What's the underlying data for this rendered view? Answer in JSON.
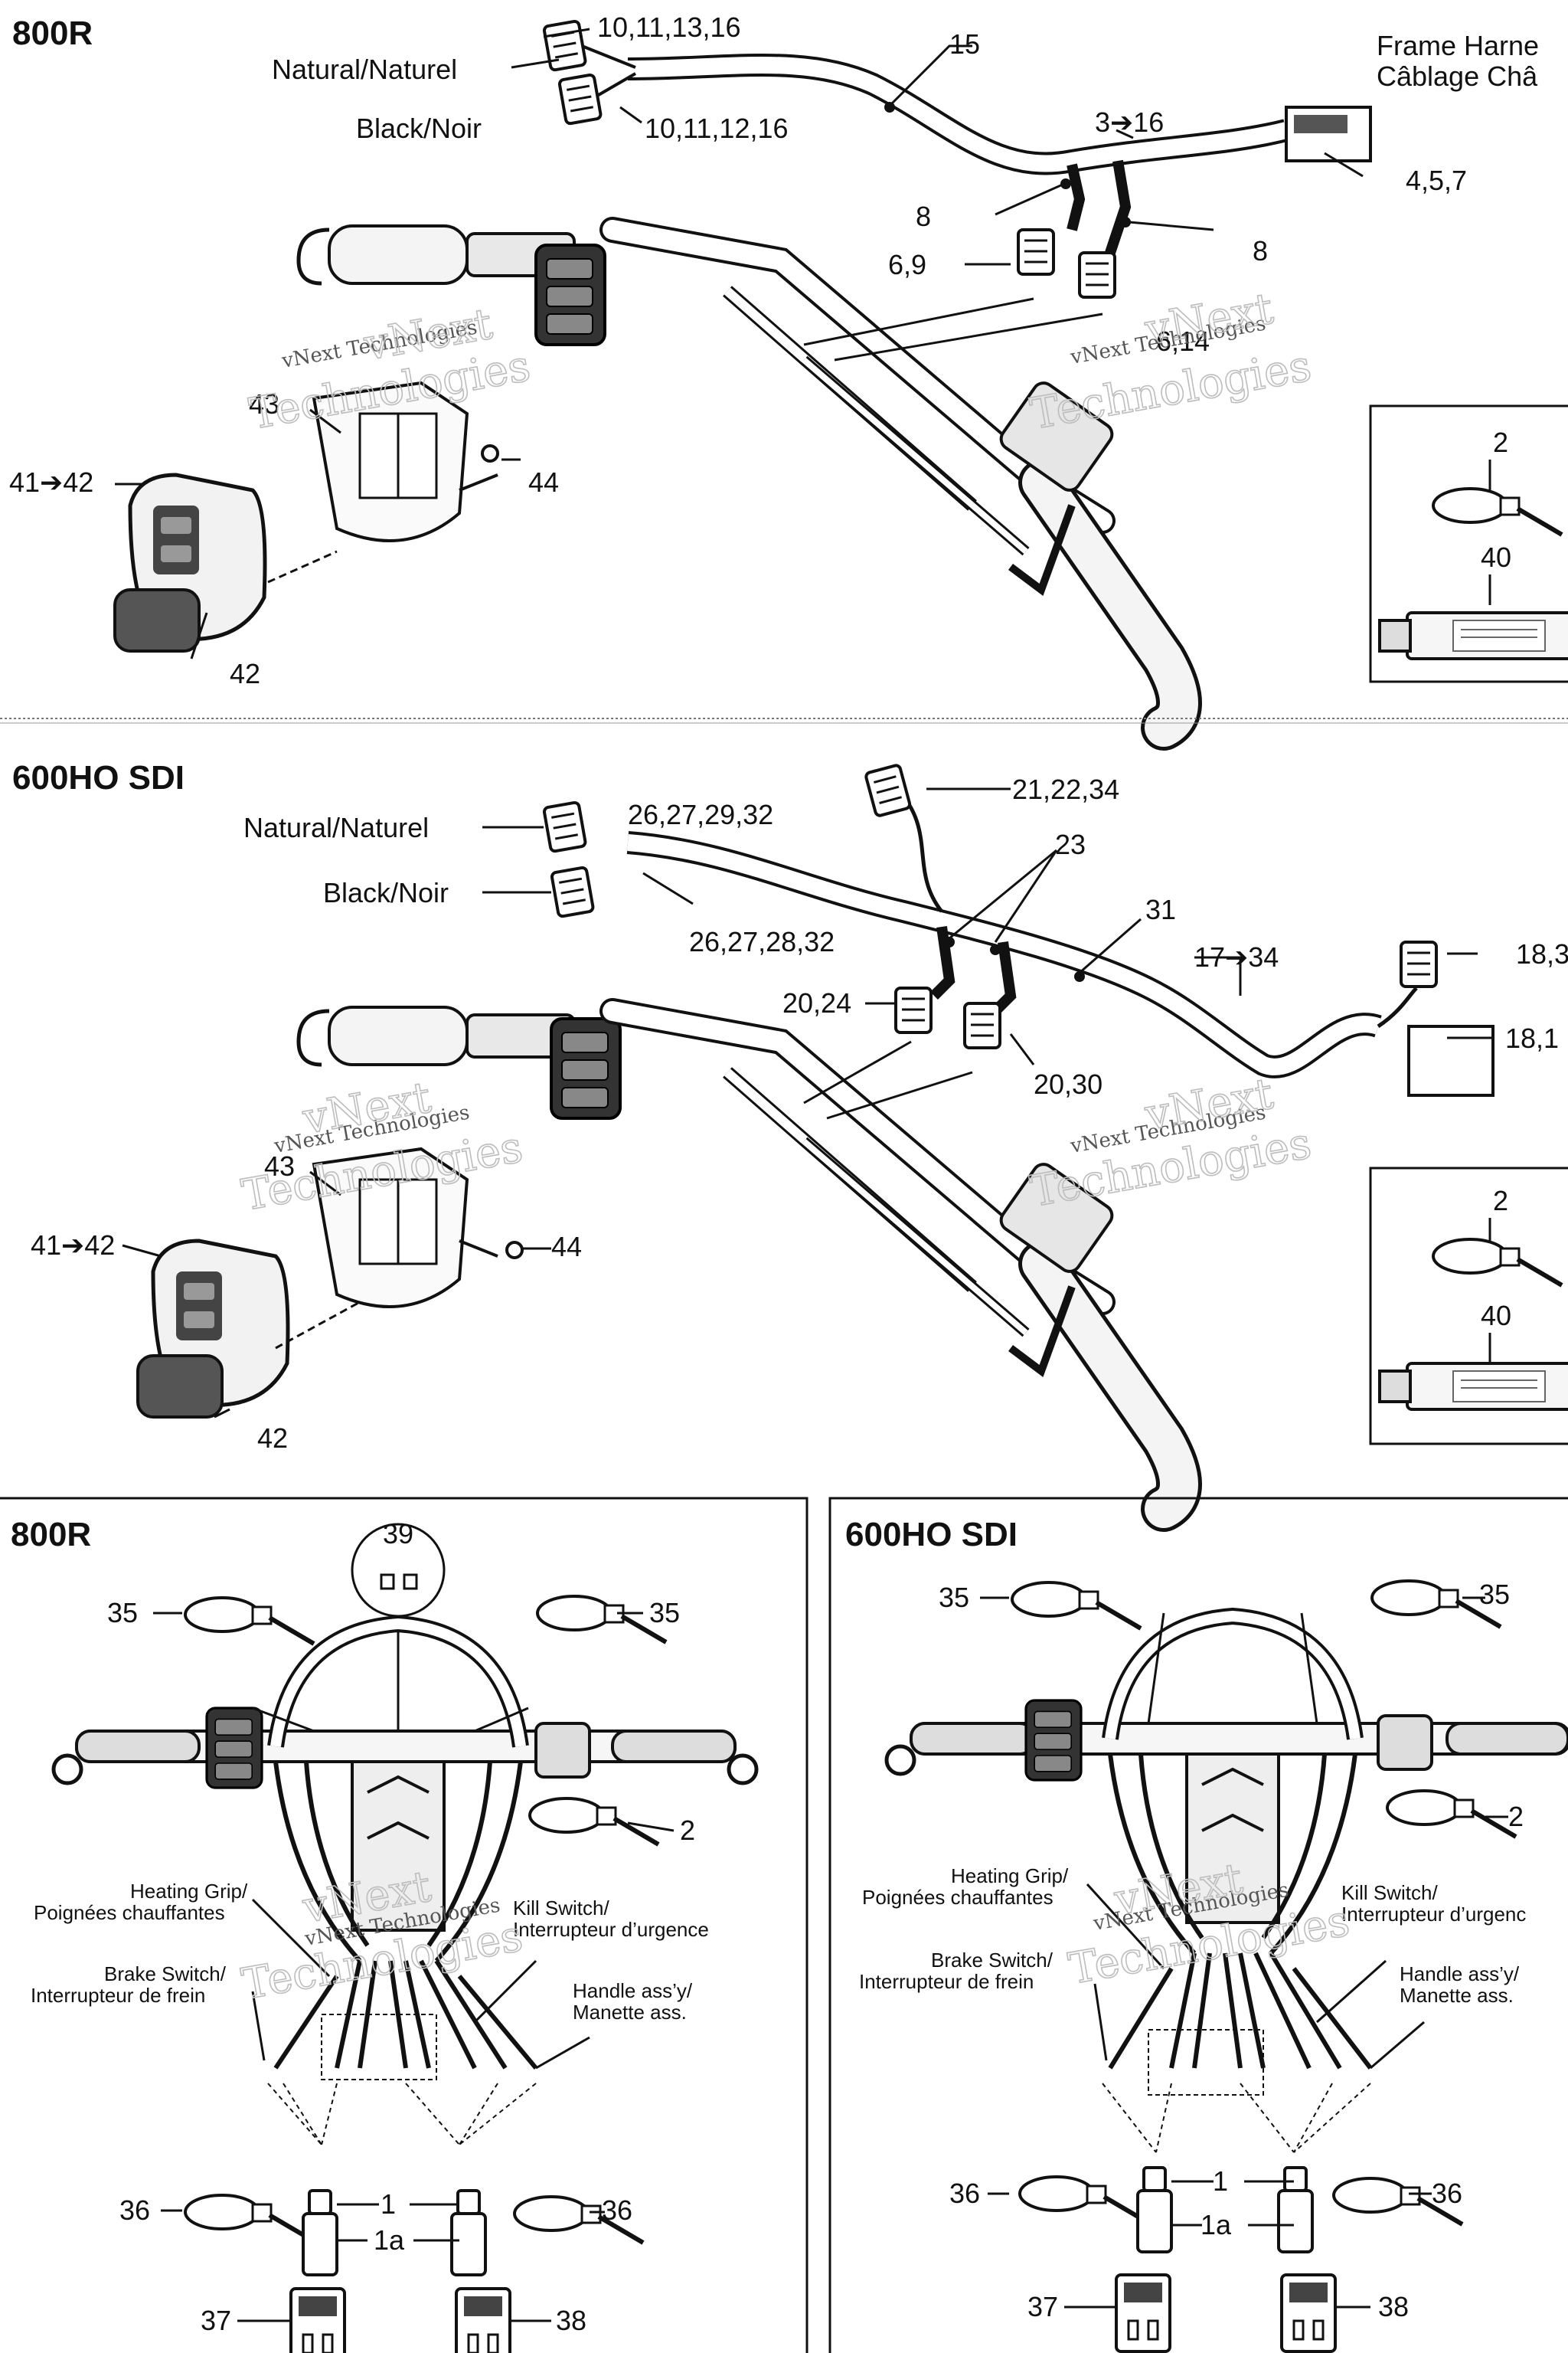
{
  "top_800r": {
    "title": "800R",
    "natural": "Natural/Naturel",
    "black": "Black/Noir",
    "callouts": {
      "c10_11_13_16": "10,11,13,16",
      "c10_11_12_16": "10,11,12,16",
      "c15": "15",
      "c3_16": "3➔16",
      "c8a": "8",
      "c8b": "8",
      "c6_9": "6,9",
      "c6_14": "6,14",
      "c4_5_7": "4,5,7",
      "c43": "43",
      "c41_42": "41➔42",
      "c44": "44",
      "c42": "42",
      "c2": "2",
      "c40": "40"
    },
    "frame_harness_en": "Frame Harne",
    "frame_harness_fr": "Câblage Châ"
  },
  "top_600": {
    "title": "600HO SDI",
    "natural": "Natural/Naturel",
    "black": "Black/Noir",
    "callouts": {
      "c26_27_29_32": "26,27,29,32",
      "c26_27_28_32": "26,27,28,32",
      "c21_22_34": "21,22,34",
      "c23": "23",
      "c31": "31",
      "c17_34": "17➔34",
      "c18a": "18,3",
      "c18b": "18,1",
      "c20_24": "20,24",
      "c20_30": "20,30",
      "c43": "43",
      "c41_42": "41➔42",
      "c44": "44",
      "c42": "42",
      "c2": "2",
      "c40": "40"
    }
  },
  "bottom_800r": {
    "title": "800R",
    "c39": "39",
    "c35a": "35",
    "c35b": "35",
    "c2": "2",
    "heating_en": "Heating Grip/",
    "heating_fr": "Poignées chauffantes",
    "kill_en": "Kill Switch/",
    "kill_fr": "Interrupteur d’urgence",
    "brake_en": "Brake Switch/",
    "brake_fr": "Interrupteur de frein",
    "handle_en": "Handle ass’y/",
    "handle_fr": "Manette ass.",
    "c36a": "36",
    "c36b": "36",
    "c1": "1",
    "c1a": "1a",
    "c37": "37",
    "c38": "38"
  },
  "bottom_600": {
    "title": "600HO SDI",
    "c35a": "35",
    "c35b": "35",
    "c2": "2",
    "heating_en": "Heating Grip/",
    "heating_fr": "Poignées chauffantes",
    "kill_en": "Kill Switch/",
    "kill_fr": "Interrupteur d’urgenc",
    "brake_en": "Brake Switch/",
    "brake_fr": "Interrupteur de frein",
    "handle_en": "Handle ass’y/",
    "handle_fr": "Manette ass.",
    "c36a": "36",
    "c36b": "36",
    "c1": "1",
    "c1a": "1a",
    "c37": "37",
    "c38": "38"
  },
  "watermark": {
    "line1": "vNext",
    "line2": "Technologies",
    "small": "vNext Technologies"
  }
}
